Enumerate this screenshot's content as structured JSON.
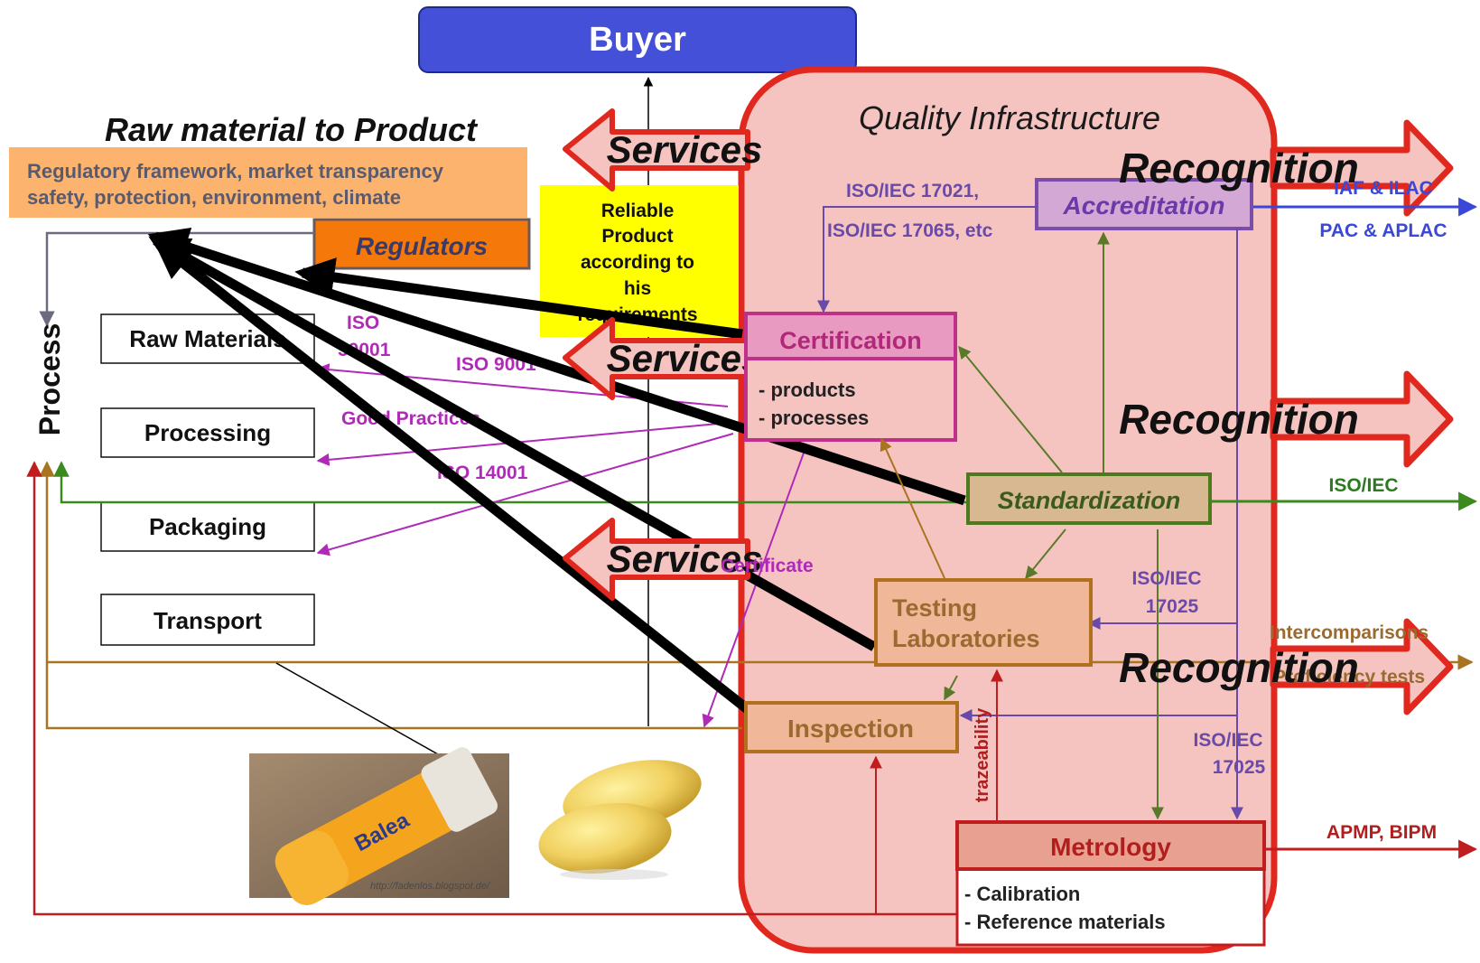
{
  "buyer": "Buyer",
  "left_title": "Raw material to Product",
  "regulatory": {
    "line1": "Regulatory framework, market transparency",
    "line2": "safety, protection, environment, climate"
  },
  "regulators": "Regulators",
  "process_label": "Process",
  "process_steps": [
    "Raw Materials",
    "Processing",
    "Packaging",
    "Transport"
  ],
  "reliable_product": [
    "Reliable",
    "Product",
    "according to",
    "his",
    "requirements"
  ],
  "services": "Services",
  "recognition": "Recognition",
  "qi_title": "Quality Infrastructure",
  "accreditation": "Accreditation",
  "accreditation_std": [
    "ISO/IEC 17021,",
    "ISO/IEC 17065, etc"
  ],
  "accreditation_intl": [
    "IAF & ILAC",
    "PAC & APLAC"
  ],
  "certification": "Certification",
  "certification_items": [
    "- products",
    "- processes"
  ],
  "iso_labels": {
    "iso_50001": [
      "ISO",
      "50001"
    ],
    "iso_9001": "ISO 9001",
    "good_practices": "Good Practices",
    "iso_14001": "ISO 14001"
  },
  "standardization": "Standardization",
  "standardization_intl": "ISO/IEC",
  "testing": [
    "Testing",
    "Laboratories"
  ],
  "testing_std": [
    "ISO/IEC",
    "17025"
  ],
  "testing_intl": [
    "Intercomparisons",
    "Proficiency tests"
  ],
  "certificate": "Certificate",
  "inspection": "Inspection",
  "trazeability": "trazeability",
  "metrology_std": [
    "ISO/IEC",
    "17025"
  ],
  "metrology": "Metrology",
  "metrology_items": [
    "- Calibration",
    "- Reference materials"
  ],
  "metrology_intl": "APMP, BIPM",
  "photo_caption": "http://fadenlos.blogspot.de/",
  "product_label": "Balea",
  "colors": {
    "buyer_fill": "#4450d8",
    "qi_border": "#e0281e",
    "qi_fill": "#f5c4c0",
    "accreditation": "#7a4ea8",
    "certification": "#c0308a",
    "standardization": "#4e7a1e",
    "testing": "#b0701e",
    "metrology": "#c01e1e",
    "regulatory_fill": "#fbb36e",
    "regulators_fill": "#f5780a",
    "reliable_fill": "#ffff00"
  }
}
